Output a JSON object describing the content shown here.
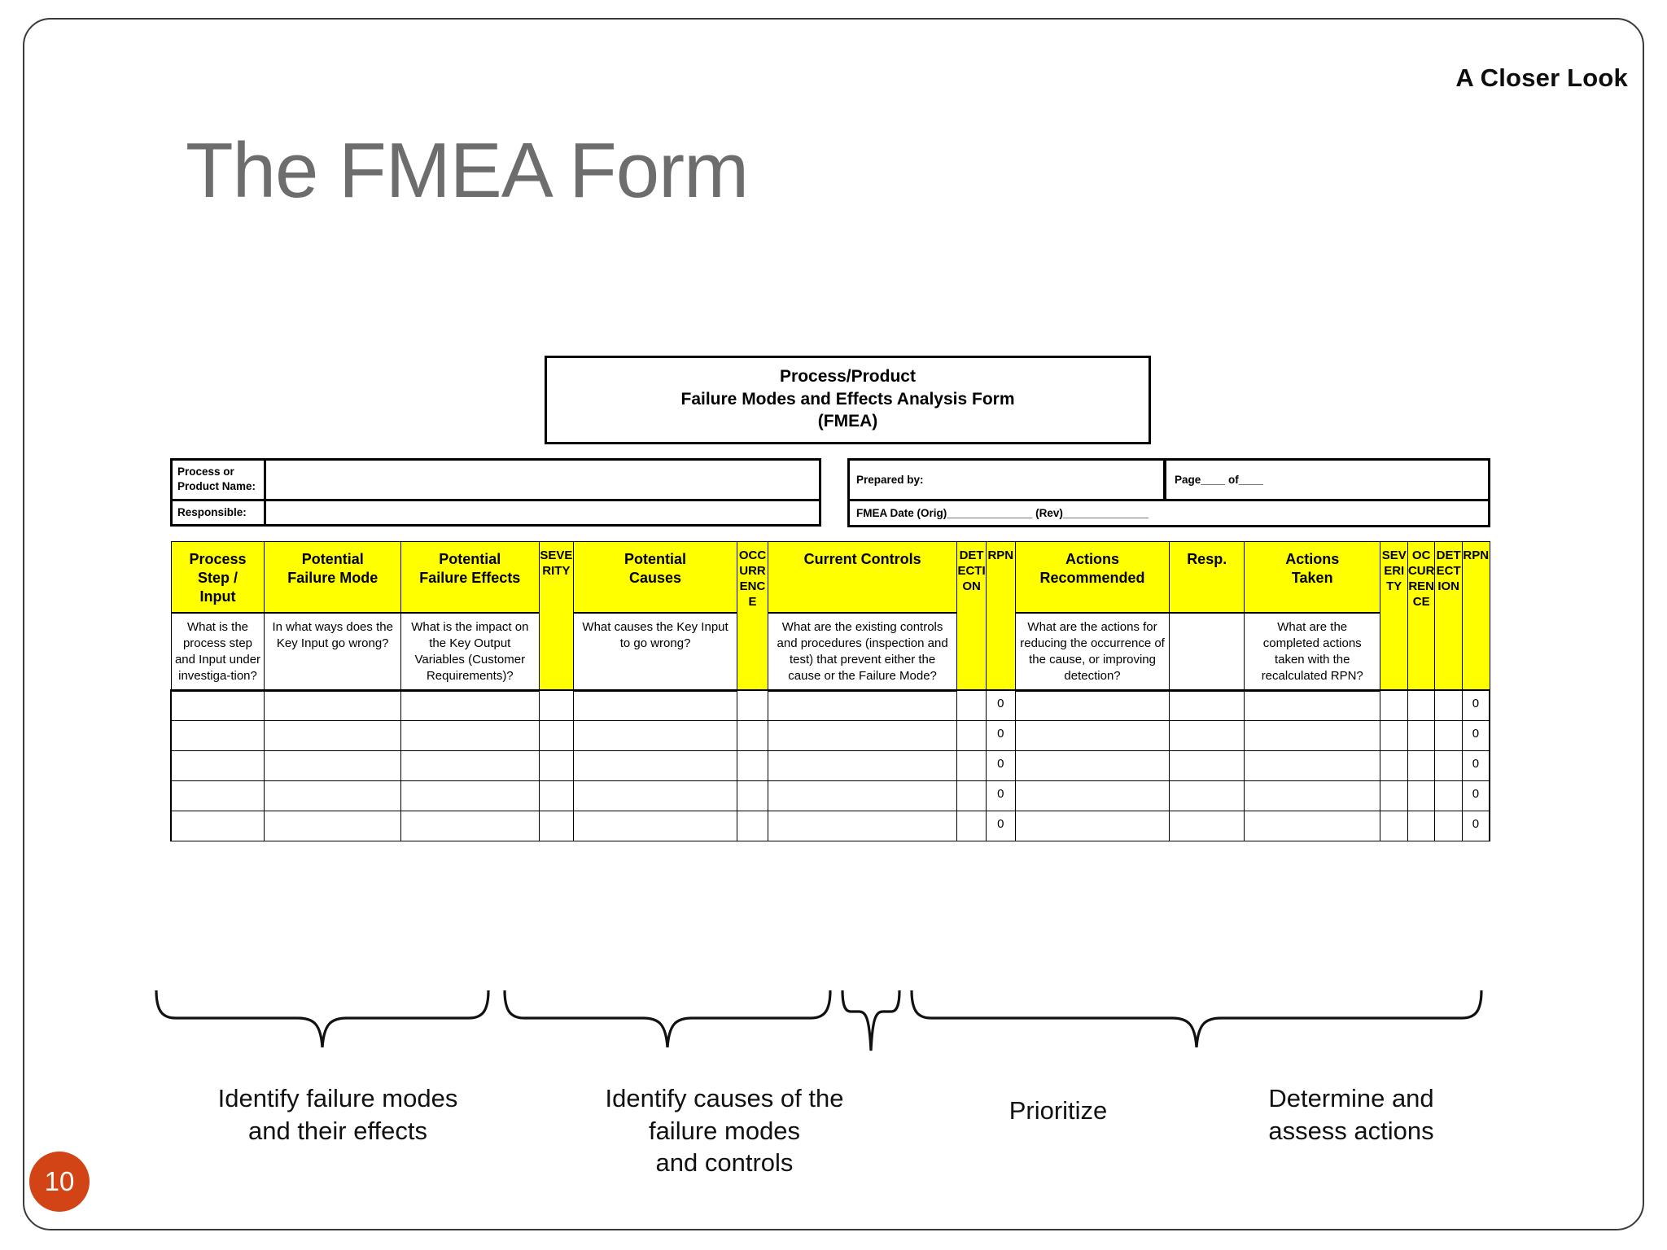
{
  "slide": {
    "eyebrow": "A Closer Look",
    "title": "The FMEA Form",
    "page_number": "10",
    "accent_color": "#d24316",
    "title_color": "#6d6d6d",
    "highlight_color": "#ffff00"
  },
  "form": {
    "title_lines": [
      "Process/Product",
      "Failure Modes and Effects Analysis Form",
      "(FMEA)"
    ],
    "header_left": [
      {
        "label": "Process or\nProduct Name:",
        "value": ""
      },
      {
        "label": "Responsible:",
        "value": ""
      }
    ],
    "header_right": {
      "prepared_by": "Prepared by:",
      "page_of": "Page____ of____",
      "fmea_date": "FMEA Date (Orig)______________  (Rev)______________"
    },
    "columns": [
      {
        "name": "process-step-input",
        "header": "Process\nStep /\nInput",
        "orientation": "horizontal",
        "description": "What is the process step and Input under investiga-tion?"
      },
      {
        "name": "potential-failure-mode",
        "header": "Potential\nFailure Mode",
        "orientation": "horizontal",
        "description": "In what ways does the Key Input go wrong?"
      },
      {
        "name": "potential-failure-effects",
        "header": "Potential\nFailure Effects",
        "orientation": "horizontal",
        "description": "What is the impact on the Key Output Variables (Customer Requirements)?"
      },
      {
        "name": "severity",
        "header": "SEVERITY",
        "orientation": "vertical",
        "description": ""
      },
      {
        "name": "potential-causes",
        "header": "Potential\nCauses",
        "orientation": "horizontal",
        "description": "What causes the Key Input to go wrong?"
      },
      {
        "name": "occurrence",
        "header": "OCCURRENCE",
        "orientation": "vertical",
        "description": ""
      },
      {
        "name": "current-controls",
        "header": "Current Controls",
        "orientation": "horizontal",
        "description": "What are the existing controls and procedures (inspection and test) that prevent either the cause or the Failure Mode?"
      },
      {
        "name": "detection",
        "header": "DETECTION",
        "orientation": "vertical",
        "description": ""
      },
      {
        "name": "rpn",
        "header": "RPN",
        "orientation": "vertical",
        "description": ""
      },
      {
        "name": "actions-recommended",
        "header": "Actions\nRecommended",
        "orientation": "horizontal",
        "description": "What are the actions for reducing the occurrence of the cause, or improving detection?"
      },
      {
        "name": "resp",
        "header": "Resp.",
        "orientation": "horizontal",
        "description": ""
      },
      {
        "name": "actions-taken",
        "header": "Actions\nTaken",
        "orientation": "horizontal",
        "description": "What are the completed actions taken with the recalculated RPN?"
      },
      {
        "name": "severity-2",
        "header": "SEVERITY",
        "orientation": "vertical",
        "description": ""
      },
      {
        "name": "occurrence-2",
        "header": "OCCURRENCE",
        "orientation": "vertical",
        "description": ""
      },
      {
        "name": "detection-2",
        "header": "DETECTION",
        "orientation": "vertical",
        "description": ""
      },
      {
        "name": "rpn-2",
        "header": "RPN",
        "orientation": "vertical",
        "description": ""
      }
    ],
    "blank_rows": 5,
    "rpn_default_value": "0"
  },
  "captions": [
    {
      "name": "identify-failure-modes",
      "text": "Identify failure modes\nand their effects"
    },
    {
      "name": "identify-causes",
      "text": "Identify causes of the\nfailure modes\nand controls"
    },
    {
      "name": "prioritize",
      "text": "Prioritize"
    },
    {
      "name": "determine-assess-actions",
      "text": "Determine and\nassess actions"
    }
  ]
}
